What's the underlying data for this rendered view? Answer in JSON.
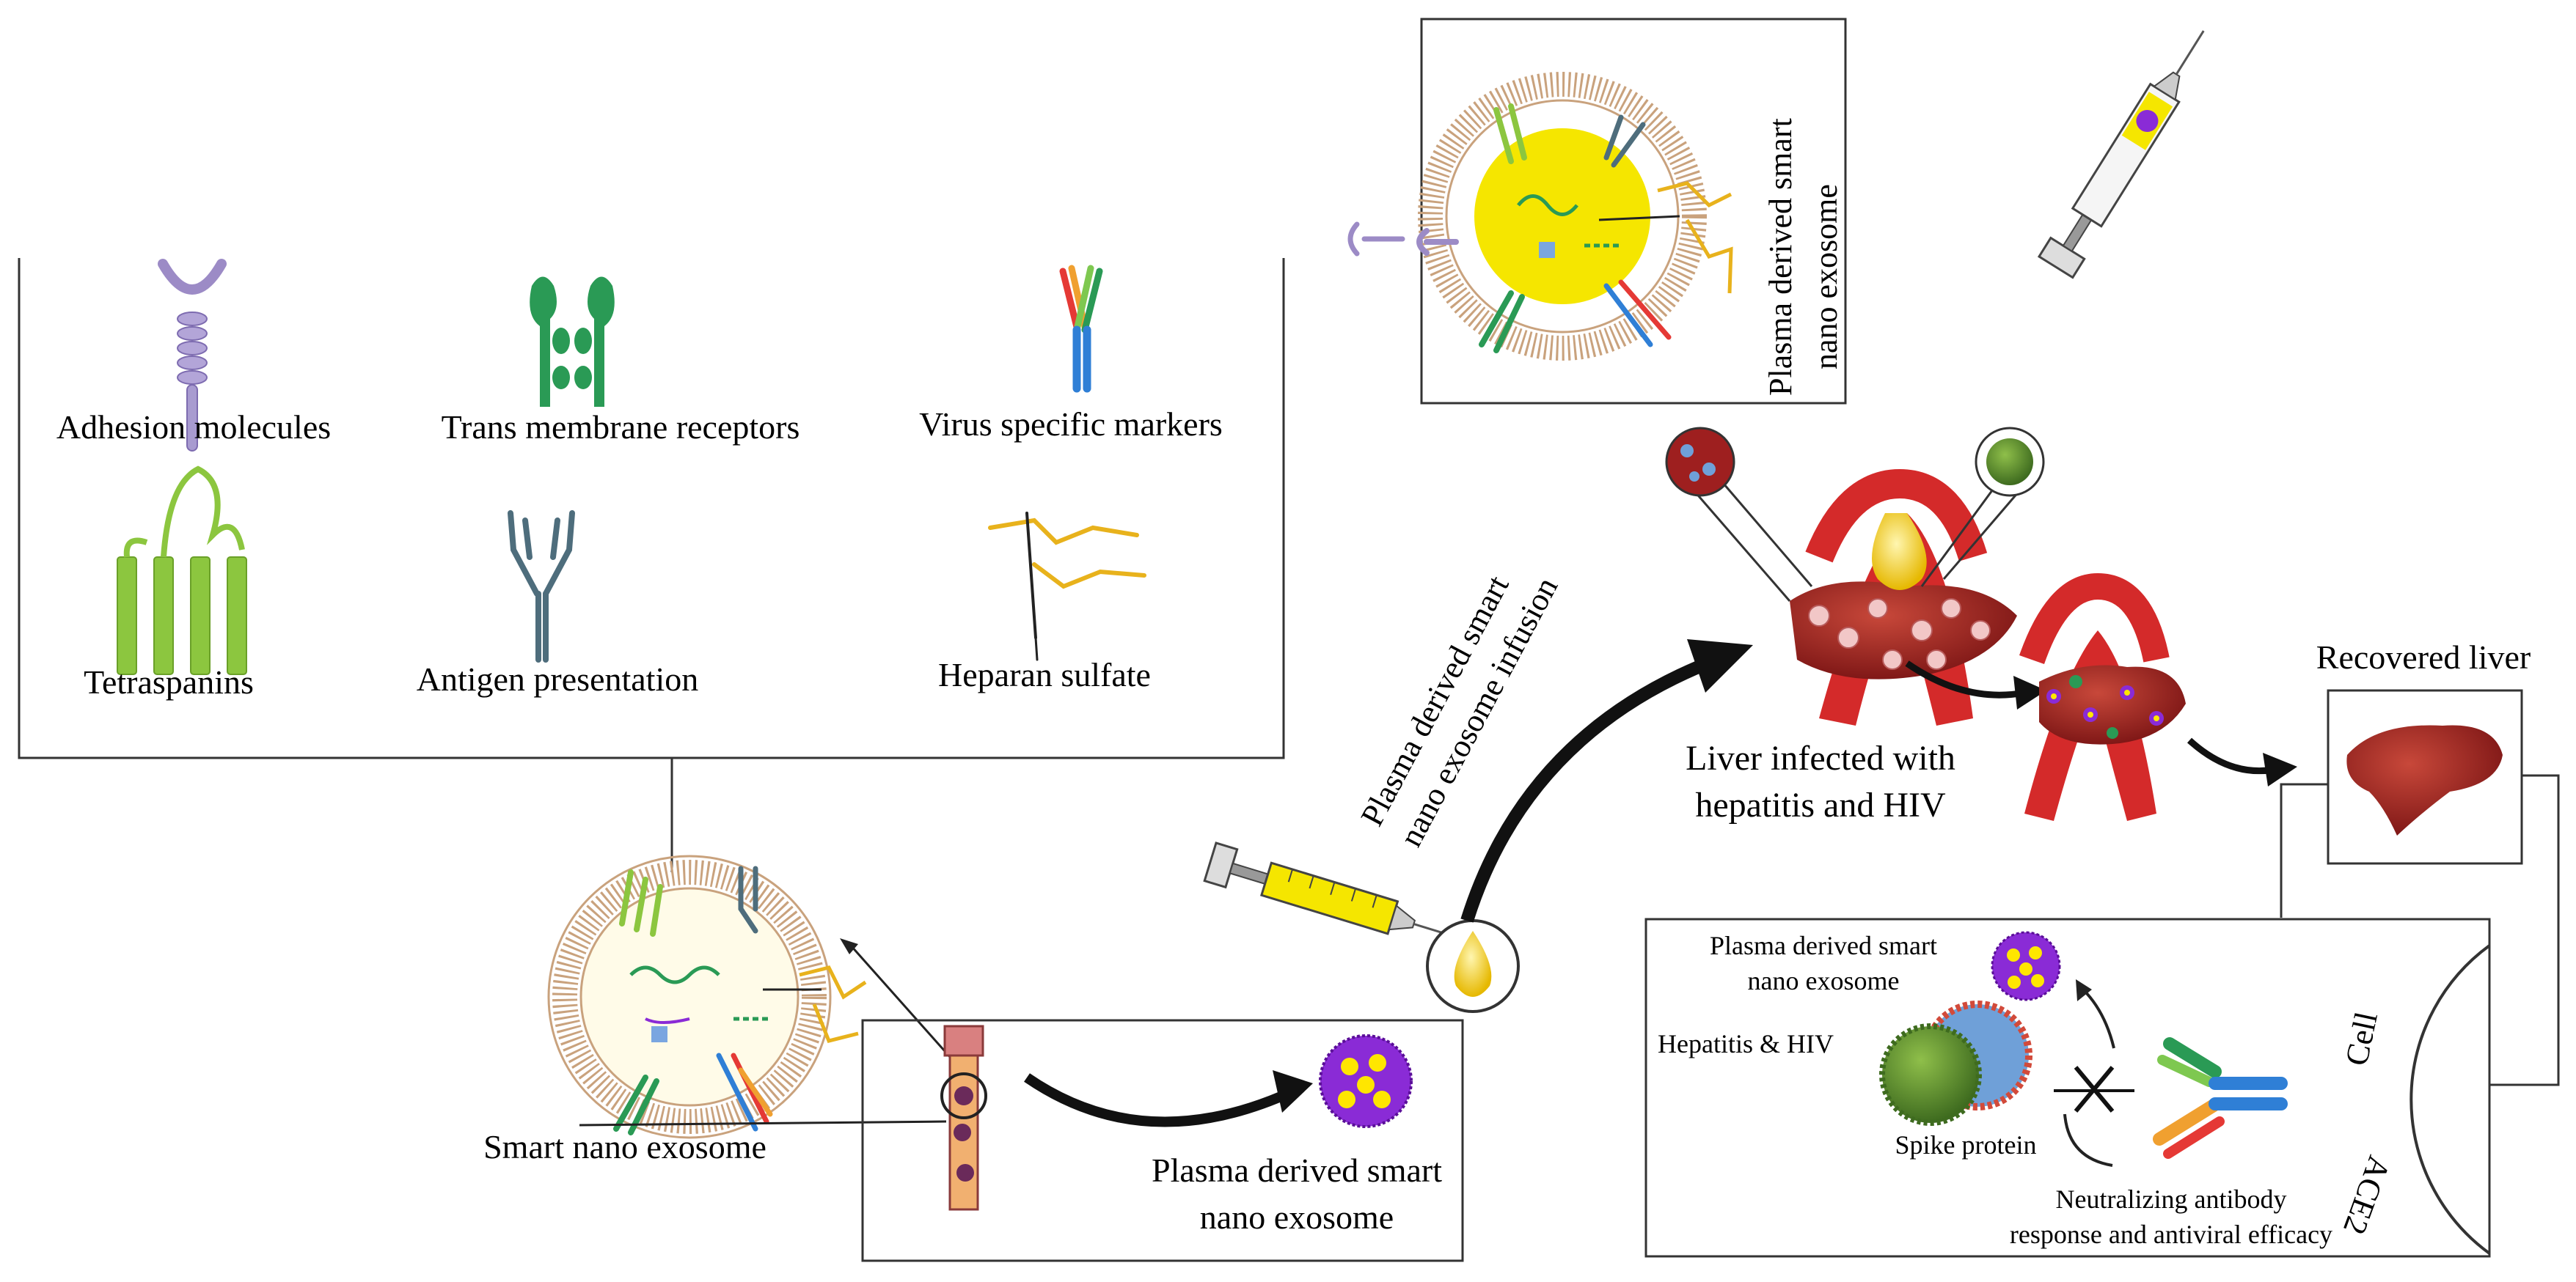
{
  "legend": {
    "items": [
      {
        "label": "Adhesion molecules"
      },
      {
        "label": "Trans membrane receptors"
      },
      {
        "label": "Virus specific markers"
      },
      {
        "label": "Tetraspanins"
      },
      {
        "label": "Antigen presentation"
      },
      {
        "label": "Heparan sulfate"
      }
    ]
  },
  "exosome_left_label": "Smart nano exosome",
  "plasma_box_label_line1": "Plasma derived smart",
  "plasma_box_label_line2": "nano exosome",
  "infusion_label_line1": "Plasma derived smart",
  "infusion_label_line2": "nano exosome infusion",
  "top_box_label_line1": "Plasma derived smart",
  "top_box_label_line2": "nano exosome",
  "liver_infected_line1": "Liver infected with",
  "liver_infected_line2": "hepatitis and HIV",
  "recovered_label": "Recovered liver",
  "cell_panel": {
    "exosome_line1": "Plasma derived smart",
    "exosome_line2": "nano exosome",
    "virus_label": "Hepatitis & HIV",
    "spike_label": "Spike protein",
    "response_line1": "Neutralizing antibody",
    "response_line2": "response and antiviral efficacy",
    "cell_label": "Cell",
    "receptor_label": "ACE2"
  },
  "colors": {
    "ribbon": "#d42a2a",
    "liver": "#9e1f1f",
    "exosome_core": "#f5e600",
    "purple": "#8a2bd6",
    "yellow_dot": "#ffe600",
    "membrane": "#c9a27d",
    "green_receptor": "#2a9a55",
    "adhesion": "#9c8bc6",
    "antibody_blue": "#2f7fd6",
    "tetraspanin": "#8cc63f",
    "antigen": "#4e6d7c",
    "heparan": "#e8b21c"
  }
}
